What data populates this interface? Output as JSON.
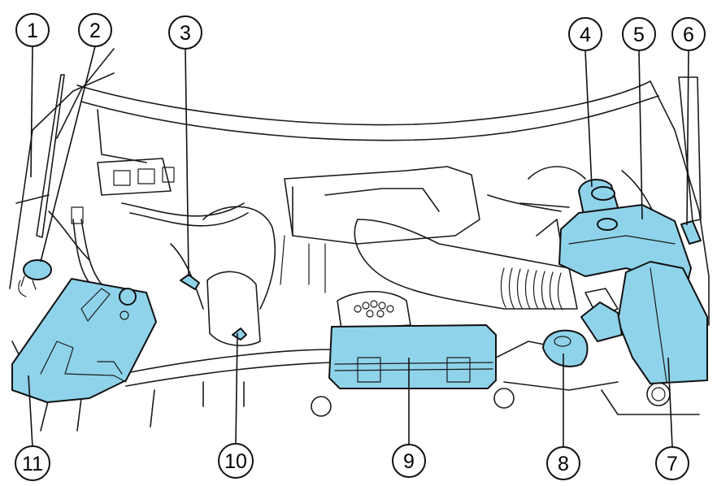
{
  "diagram": {
    "highlight_color": "#8fd3ea",
    "callouts": [
      {
        "id": "1",
        "label": "1"
      },
      {
        "id": "2",
        "label": "2"
      },
      {
        "id": "3",
        "label": "3"
      },
      {
        "id": "4",
        "label": "4"
      },
      {
        "id": "5",
        "label": "5"
      },
      {
        "id": "6",
        "label": "6"
      },
      {
        "id": "7",
        "label": "7"
      },
      {
        "id": "8",
        "label": "8"
      },
      {
        "id": "9",
        "label": "9"
      },
      {
        "id": "10",
        "label": "10"
      },
      {
        "id": "11",
        "label": "11"
      }
    ]
  }
}
